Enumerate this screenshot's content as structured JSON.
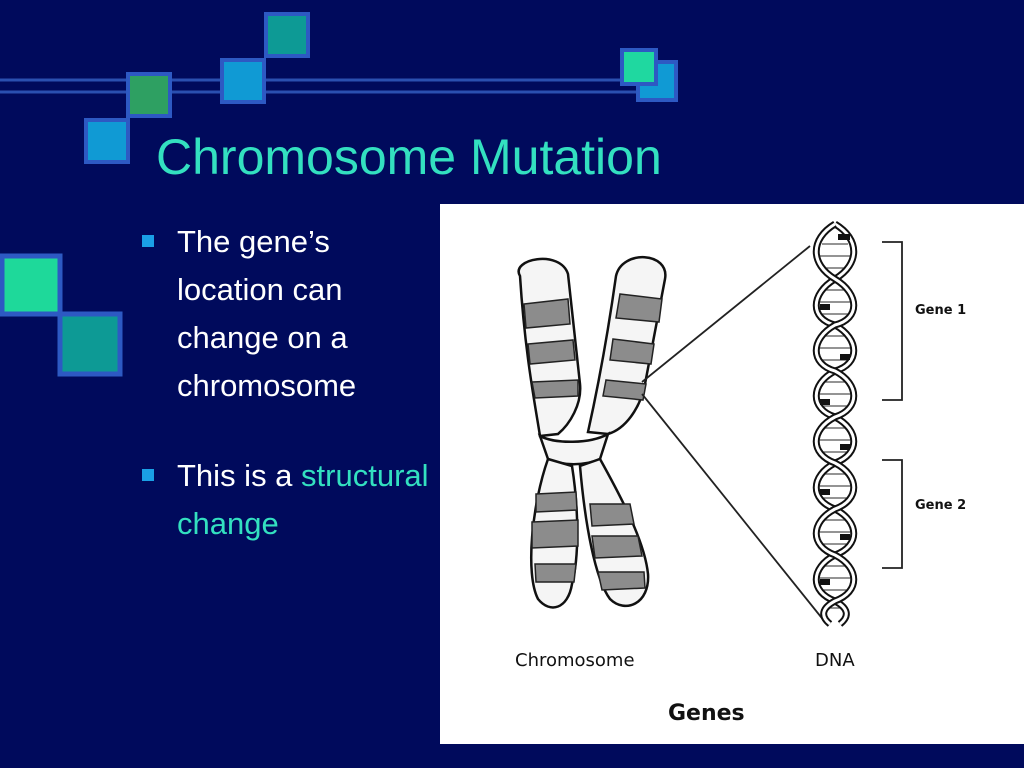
{
  "slide": {
    "title": "Chromosome Mutation",
    "bullets": [
      {
        "text": "The gene’s location can change on a chromosome",
        "highlight": ""
      },
      {
        "text": "This is a",
        "highlight": "structural change"
      }
    ]
  },
  "figure": {
    "labels": {
      "chromosome": "Chromosome",
      "dna": "DNA",
      "gene1": "Gene 1",
      "gene2": "Gene 2",
      "caption": "Genes"
    }
  },
  "colors": {
    "background": "#000a5c",
    "title": "#33e0c0",
    "bullet_text": "#ffffff",
    "highlight": "#33e0c0",
    "bullet_mark": "#1aa0e6"
  }
}
